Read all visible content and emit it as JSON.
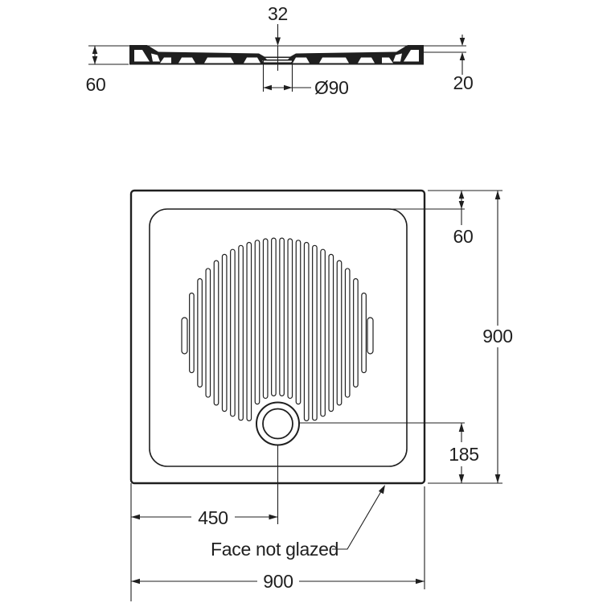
{
  "drawing": {
    "colors": {
      "ink": "#1f1f1f",
      "background": "#ffffff"
    },
    "section_view": {
      "dim_depth_to_drain": "32",
      "dim_overall_height": "60",
      "dim_drain_diameter": "Ø90",
      "dim_rim_lip": "20"
    },
    "plan_view": {
      "dim_rim_inset": "60",
      "dim_overall_height": "900",
      "dim_drain_to_front_edge": "185",
      "dim_drain_from_left": "450",
      "dim_overall_width": "900",
      "note": "Face not glazed"
    }
  }
}
